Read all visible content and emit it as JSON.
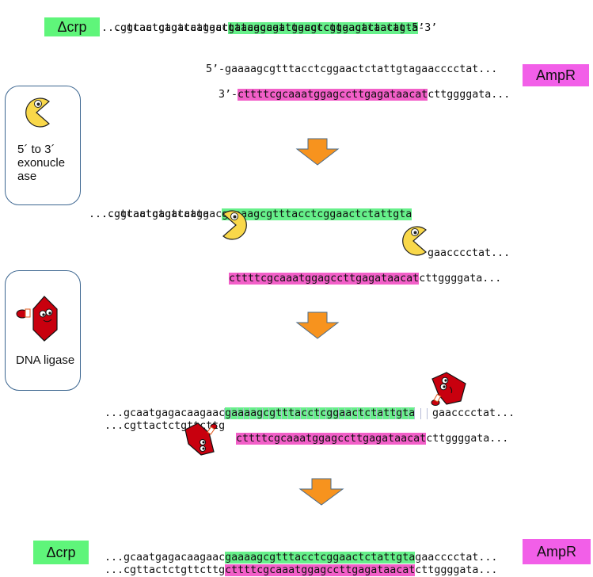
{
  "labels": {
    "crp": "Δcrp",
    "ampr": "AmpR"
  },
  "step1": {
    "crp_top_plain": "..gcaatgagacaagaac",
    "crp_top_green": "gaaaagcgtttacctcggaactctattgta",
    "crp_top_end": "-3’",
    "crp_bottom": "..cgttactctgttcttgcttttcgcaaatggagccttgagataacat-5’",
    "amp_top": "5’-gaaaagcgtttacctcggaactctattgtagaacccctat...",
    "amp_bottom_start": "3’-",
    "amp_bottom_pink": "cttttcgcaaatggagccttgagataacat",
    "amp_bottom_end": "cttggggata..."
  },
  "step2": {
    "top_plain": "...gcaatgagacaagaac",
    "top_green": "gaaaagcgtttacctcggaactctattgta",
    "bottom_plain": "...cgttactctgttcttg",
    "right_top": "gaacccctat...",
    "right_bottom_pink": "cttttcgcaaatggagccttgagataacat",
    "right_bottom_end": "cttggggata..."
  },
  "step3": {
    "top_plain": "...gcaatgagacaagaac",
    "top_green": "gaaaagcgtttacctcggaactctattgta",
    "mid_plain": "...cgttactctgttcttg",
    "mid_end": "gaacccctat...",
    "bottom_pink": "cttttcgcaaatggagccttgagataacat",
    "bottom_end": "cttggggata..."
  },
  "step4": {
    "top_plain": "...gcaatgagacaagaac",
    "top_green": "gaaaagcgtttacctcggaactctattgta",
    "top_end": "gaacccctat...",
    "bottom_plain": "...cgttactctgttcttg",
    "bottom_pink": "cttttcgcaaatggagccttgagataacat",
    "bottom_end": "cttggggata..."
  },
  "legend": {
    "exonuclease": "5´ to 3´\nexonucle\nase",
    "ligase": "DNA ligase"
  },
  "colors": {
    "green": "#66f08a",
    "pink": "#f25fc8",
    "arrow": "#f7931e",
    "pacman": "#f9d84a",
    "ligase": "#c8000e"
  }
}
